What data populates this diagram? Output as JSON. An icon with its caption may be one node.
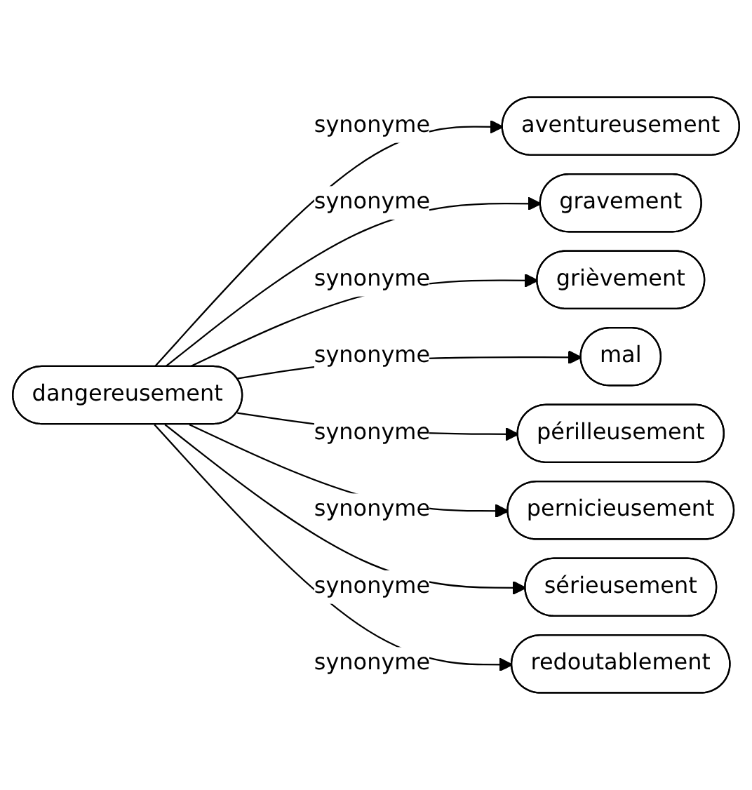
{
  "diagram": {
    "nodes": [
      {
        "text": [
          "dangereusement"
        ]
      },
      {
        "text": [
          "aventureusement"
        ]
      },
      {
        "text": [
          "gravement"
        ]
      },
      {
        "text": [
          "grièvement"
        ]
      },
      {
        "text": [
          "mal"
        ]
      },
      {
        "text": [
          "périlleusement"
        ]
      },
      {
        "text": [
          "pernicieusement"
        ]
      },
      {
        "text": [
          "sérieusement"
        ]
      },
      {
        "text": [
          "redoutablement"
        ]
      }
    ],
    "edges": [
      {
        "from": 0,
        "to": 1,
        "arrow": "to",
        "label": "synonyme"
      },
      {
        "from": 0,
        "to": 2,
        "arrow": "to",
        "label": "synonyme"
      },
      {
        "from": 0,
        "to": 3,
        "arrow": "to",
        "label": "synonyme"
      },
      {
        "from": 0,
        "to": 4,
        "arrow": "to",
        "label": "synonyme"
      },
      {
        "from": 0,
        "to": 5,
        "arrow": "to",
        "label": "synonyme"
      },
      {
        "from": 0,
        "to": 6,
        "arrow": "to",
        "label": "synonyme"
      },
      {
        "from": 0,
        "to": 7,
        "arrow": "to",
        "label": "synonyme"
      },
      {
        "from": 0,
        "to": 8,
        "arrow": "to",
        "label": "synonyme"
      }
    ]
  }
}
